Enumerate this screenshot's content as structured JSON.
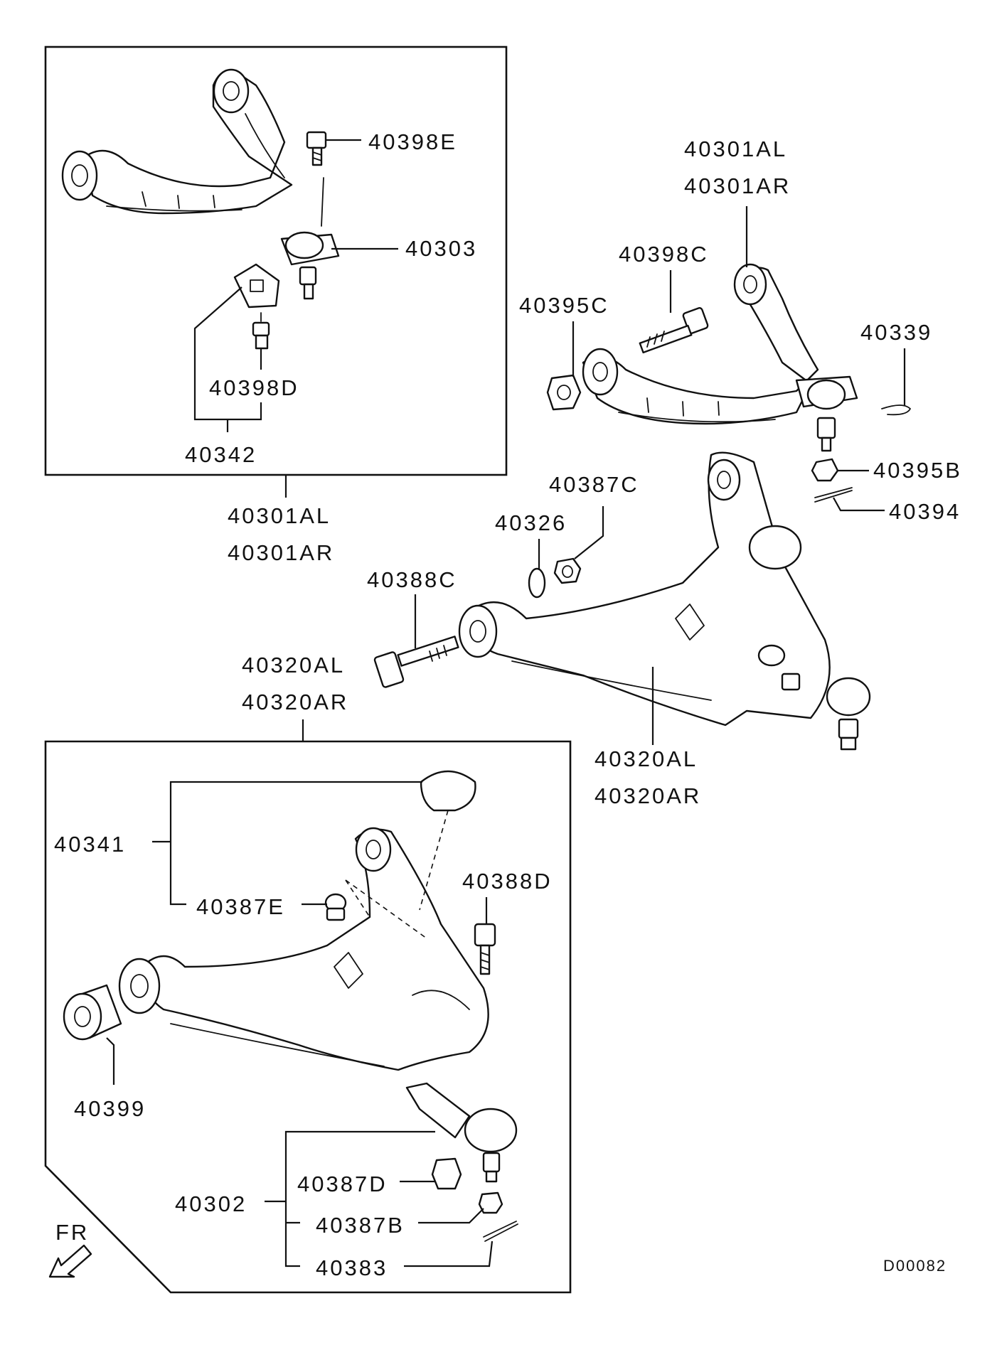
{
  "labels": {
    "p40398E": "40398E",
    "p40303": "40303",
    "p40398D": "40398D",
    "p40342": "40342",
    "p40301AL_a": "40301AL",
    "p40301AR_a": "40301AR",
    "p40301AL_b": "40301AL",
    "p40301AR_b": "40301AR",
    "p40398C": "40398C",
    "p40395C": "40395C",
    "p40339": "40339",
    "p40395B": "40395B",
    "p40394": "40394",
    "p40387C": "40387C",
    "p40326": "40326",
    "p40388C": "40388C",
    "p40320AL_a": "40320AL",
    "p40320AR_a": "40320AR",
    "p40320AL_b": "40320AL",
    "p40320AR_b": "40320AR",
    "p40341": "40341",
    "p40387E": "40387E",
    "p40388D": "40388D",
    "p40399": "40399",
    "p40302": "40302",
    "p40387D": "40387D",
    "p40387B": "40387B",
    "p40383": "40383",
    "fr": "FR",
    "code": "D00082"
  }
}
